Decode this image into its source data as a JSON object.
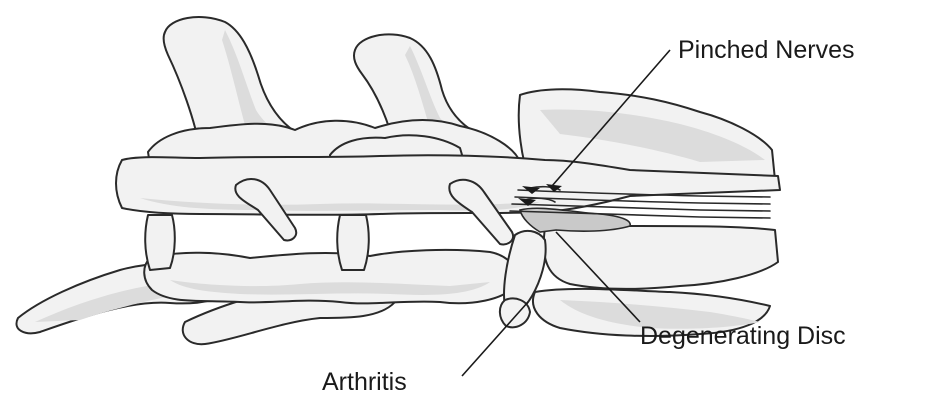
{
  "labels": {
    "pinched_nerves": "Pinched Nerves",
    "degenerating_disc": "Degenerating Disc",
    "arthritis": "Arthritis"
  }
}
